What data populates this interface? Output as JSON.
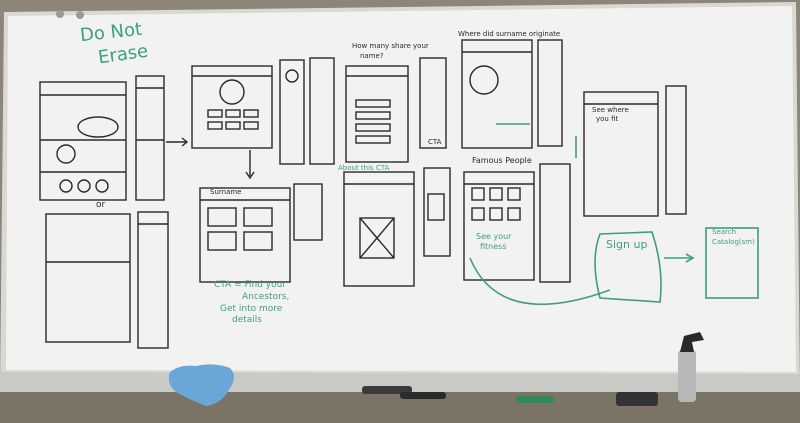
{
  "notes": {
    "do_not_erase": "Do Not",
    "do_not_erase_2": "Erase",
    "or": "or",
    "q1": "How many share your",
    "q1b": "name?",
    "q2": "Where did surname originate",
    "famous": "Famous People",
    "about_cta": "About this CTA",
    "cta_find": "CTA = Find your",
    "cta_find_2": "Ancestors,",
    "get_info": "Get into more",
    "get_info_2": "details",
    "sign_up": "Sign up",
    "search_catalog": "Search",
    "search_catalog_2": "Catalog(sm)",
    "see_fitness": "See your",
    "see_fitness_2": "fitness",
    "see_where": "See where",
    "see_where_2": "you fit",
    "cta_label": "CTA",
    "surname": "Surname"
  },
  "colors": {
    "whiteboard": "#f2f3f0",
    "marker_black": "#2a2a2a",
    "marker_green": "#3f9d82",
    "wall": "#8a8276",
    "tray": "#d9dad6",
    "cloth": "#6aa7d6"
  }
}
